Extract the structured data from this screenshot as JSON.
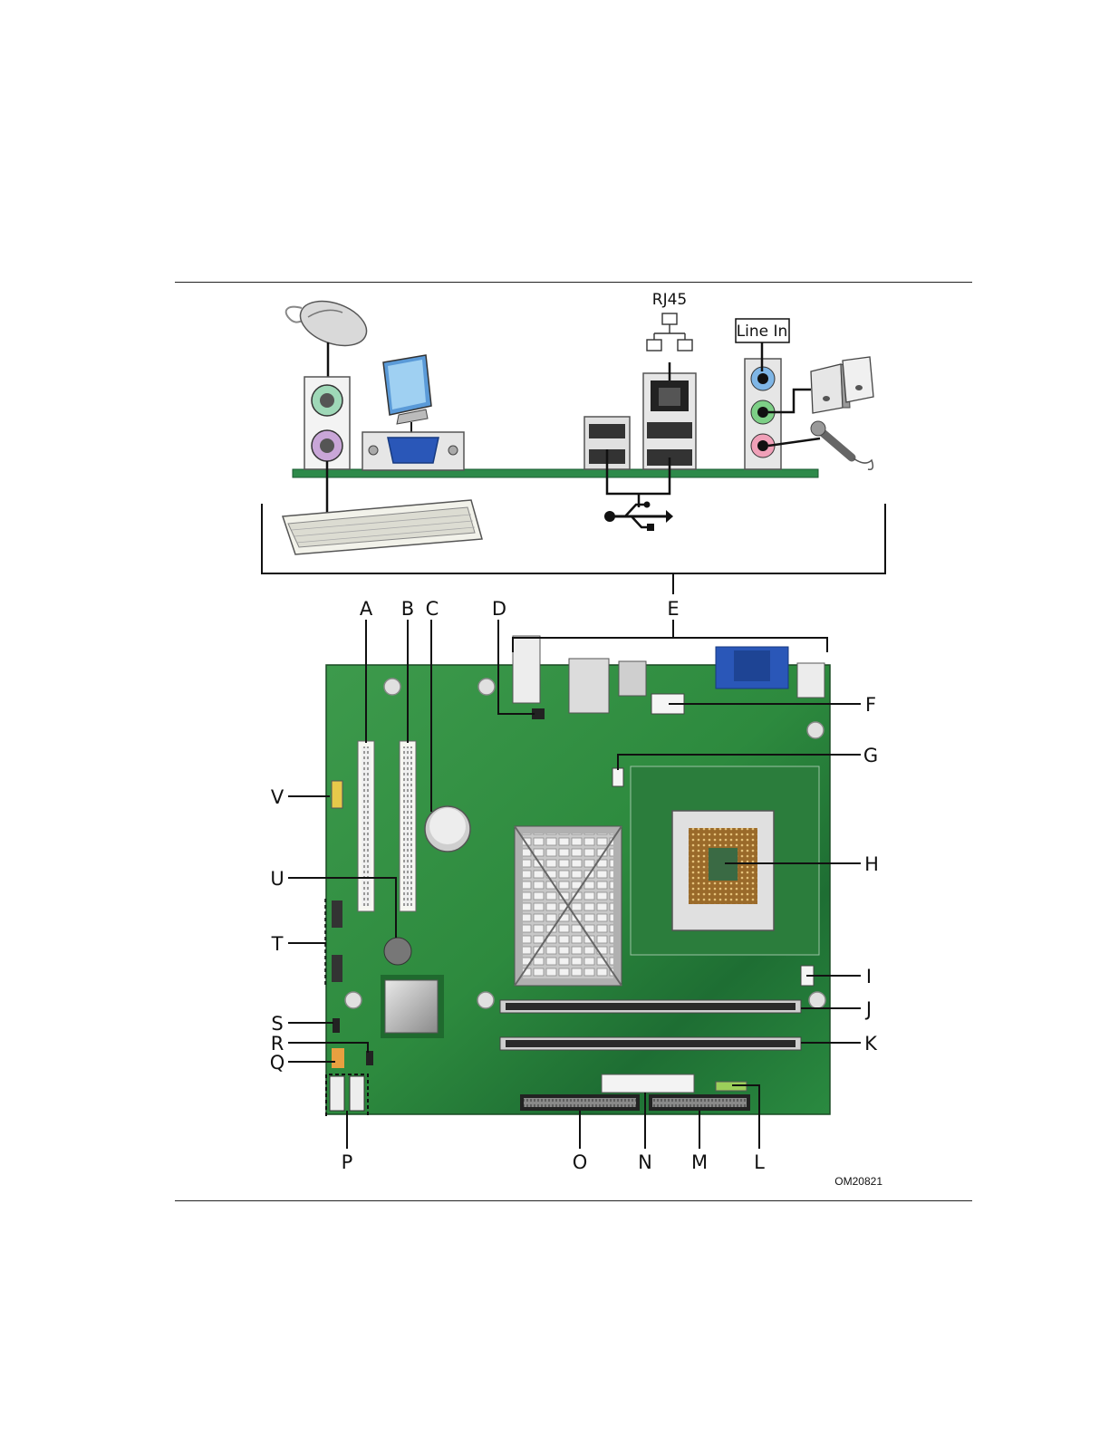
{
  "io_labels": {
    "rj45": "RJ45",
    "line_in": "Line In"
  },
  "callouts": {
    "A": "A",
    "B": "B",
    "C": "C",
    "D": "D",
    "E": "E",
    "F": "F",
    "G": "G",
    "H": "H",
    "I": "I",
    "J": "J",
    "K": "K",
    "L": "L",
    "M": "M",
    "N": "N",
    "O": "O",
    "P": "P",
    "Q": "Q",
    "R": "R",
    "S": "S",
    "T": "T",
    "U": "U",
    "V": "V"
  },
  "figure_code": "OM20821",
  "colors": {
    "board": "#2f8a3f",
    "board_dark": "#1f6a2e",
    "pcb_strip": "#2d8a4a",
    "vga_blue": "#2a57b8",
    "audio_blue": "#7fb6e6",
    "audio_green": "#7dcf86",
    "audio_pink": "#f0a0b8",
    "ps2_green": "#9fd8b8",
    "ps2_purple": "#c9a6d8"
  }
}
